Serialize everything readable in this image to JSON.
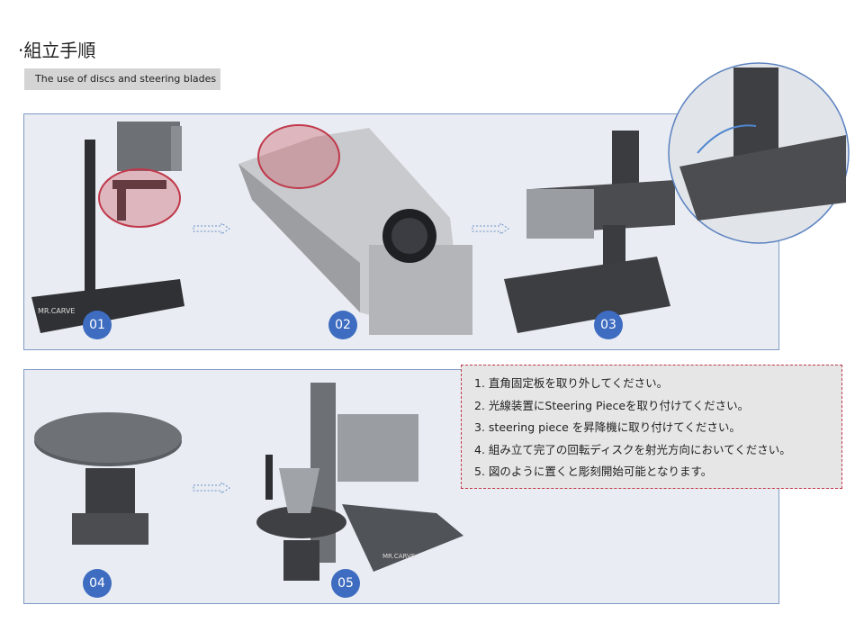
{
  "header": {
    "title": "·組立手順",
    "subtitle": "The use of discs and steering blades"
  },
  "steps_badges": [
    "01",
    "02",
    "03",
    "04",
    "05"
  ],
  "product_label": "MR.CARVE",
  "instructions": [
    "1. 直角固定板を取り外してください。",
    "2. 光線装置にSteering Pieceを取り付けてください。",
    "3. steering piece を昇降機に取り付けてください。",
    "4. 組み立て完了の回転ディスクを射光方向においてください。",
    "5. 図のように置くと彫刻開始可能となります。"
  ],
  "colors": {
    "badge": "#3e6cc0",
    "panel_border": "#7f9ac4",
    "highlight": "#c0394b"
  }
}
